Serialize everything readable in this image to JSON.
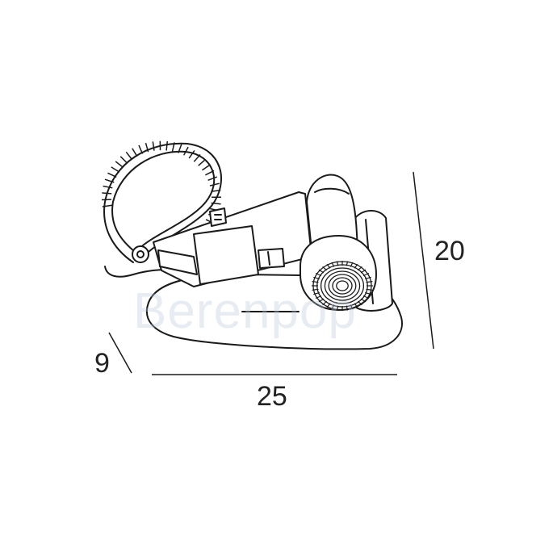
{
  "dimensions": {
    "width": "25",
    "height": "20",
    "depth": "9"
  },
  "watermark": {
    "text": "Berenpop"
  },
  "colors": {
    "line": "#1a1a1a",
    "watermark": "#b9cad9",
    "background": "#ffffff"
  }
}
